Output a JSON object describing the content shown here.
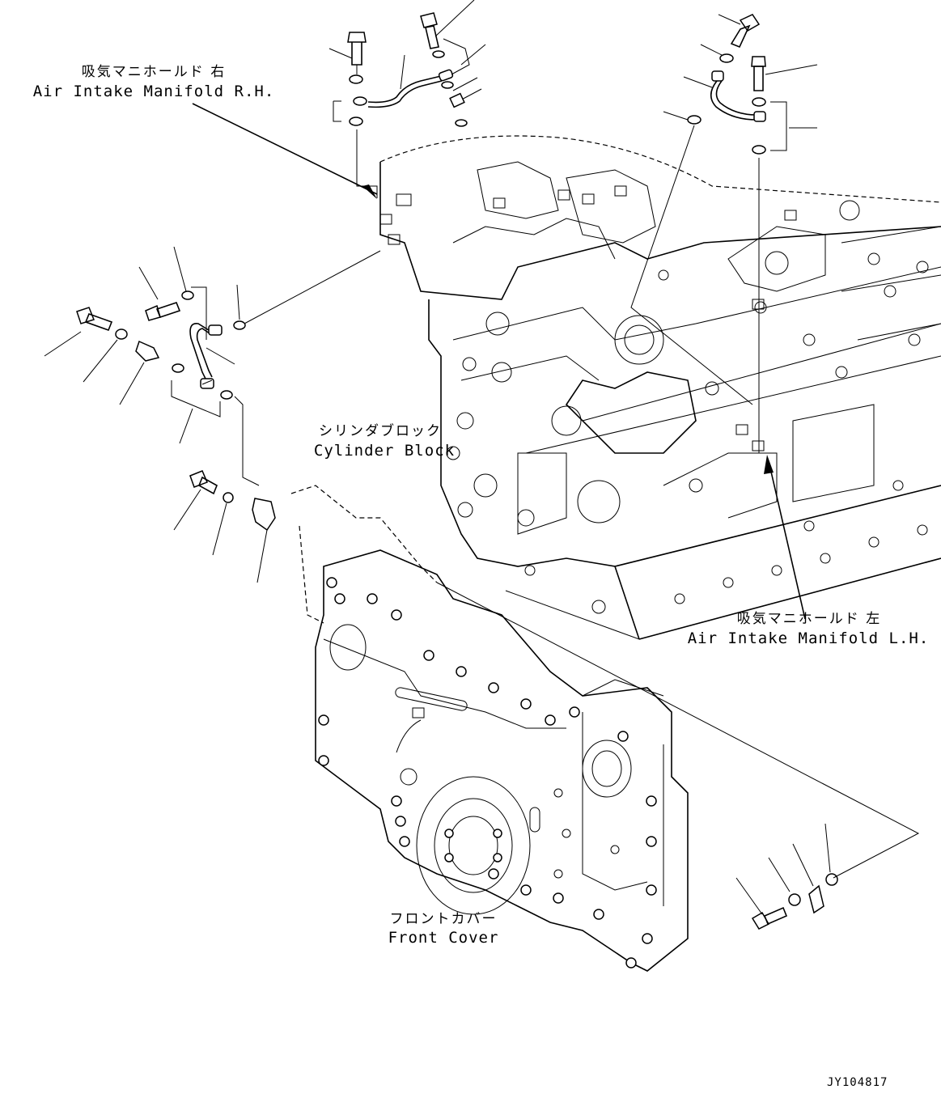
{
  "labels": {
    "manifold_rh_jp": "吸気マニホールド 右",
    "manifold_rh_en": "Air Intake Manifold R.H.",
    "manifold_lh_jp": "吸気マニホールド 左",
    "manifold_lh_en": "Air Intake Manifold L.H.",
    "cylinder_block_jp": "シリンダブロック",
    "cylinder_block_en": "Cylinder Block",
    "front_cover_jp": "フロントカバー",
    "front_cover_en": "Front Cover"
  },
  "drawing_code": "JY104817"
}
